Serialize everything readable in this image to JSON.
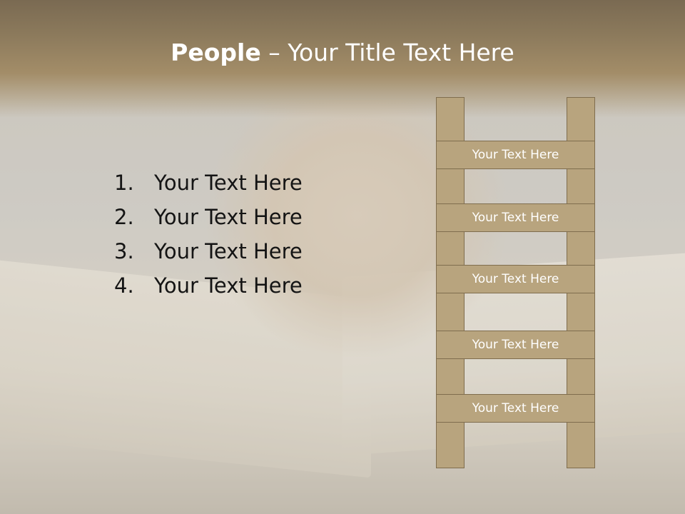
{
  "title": {
    "bold": "People",
    "separator": " – ",
    "rest": "Your Title Text Here"
  },
  "list": [
    {
      "number": "1.",
      "text": "Your Text Here"
    },
    {
      "number": "2.",
      "text": "Your Text Here"
    },
    {
      "number": "3.",
      "text": "Your Text Here"
    },
    {
      "number": "4.",
      "text": "Your Text Here"
    }
  ],
  "ladder": {
    "rungs": [
      "Your Text Here",
      "Your Text Here",
      "Your Text Here",
      "Your Text Here",
      "Your Text Here"
    ]
  },
  "colors": {
    "title_band": "#8c7a5c",
    "ladder_fill": "#b8a47e",
    "ladder_border": "#7f6d4e",
    "list_text": "#141414",
    "title_text": "#ffffff"
  }
}
